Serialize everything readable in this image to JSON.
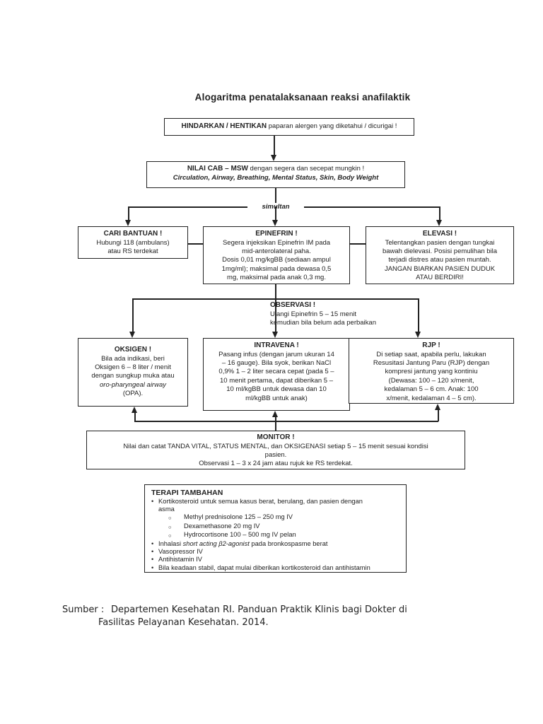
{
  "page": {
    "background": "#ffffff",
    "ink": "#222222"
  },
  "title": "Alogaritma penatalaksanaan reaksi anafilaktik",
  "flow": {
    "hindarkan": {
      "bold": "HINDARKAN / HENTIKAN",
      "rest": " paparan alergen yang diketahui / dicurigai !"
    },
    "nilai": {
      "bold": "NILAI CAB – MSW",
      "rest": " dengan segera dan secepat mungkin !",
      "line2": "Circulation, Airway, Breathing, Mental Status, Skin, Body Weight"
    },
    "simultan_label": "simultan",
    "cari": {
      "header": "CARI BANTUAN !",
      "lines": [
        "Hubungi 118 (ambulans)",
        "atau RS terdekat"
      ]
    },
    "epinefrin": {
      "header": "EPINEFRIN !",
      "lines": [
        "Segera injeksikan Epinefrin IM pada",
        "mid-anterolateral paha.",
        "Dosis 0,01 mg/kgBB (sediaan ampul",
        "1mg/ml); maksimal pada dewasa 0,5",
        "mg, maksimal pada anak 0,3 mg."
      ]
    },
    "elevasi": {
      "header": "ELEVASI !",
      "lines": [
        "Telentangkan pasien dengan tungkai",
        "bawah dielevasi. Posisi pemulihan bila",
        "terjadi distres atau pasien muntah.",
        "JANGAN BIARKAN PASIEN DUDUK",
        "ATAU BERDIRI!"
      ]
    },
    "observasi": {
      "header": "OBSERVASI !",
      "lines": [
        "Ulangi Epinefrin 5 – 15 menit",
        "kemudian bila belum ada perbaikan"
      ]
    },
    "oksigen": {
      "header": "OKSIGEN !",
      "lines_before": [
        "Bila ada indikasi, beri",
        "Oksigen 6 – 8 liter / menit",
        "dengan sungkup muka atau"
      ],
      "italic_line": "oro-pharyngeal airway",
      "last_line": "(OPA)."
    },
    "intravena": {
      "header": "INTRAVENA !",
      "lines": [
        "Pasang infus (dengan jarum ukuran 14",
        "– 16 gauge). Bila syok, berikan NaCl",
        "0,9% 1 – 2 liter secara cepat (pada 5 –",
        "10 menit pertama, dapat diberikan 5 –",
        "10 ml/kgBB untuk dewasa dan 10",
        "ml/kgBB untuk anak)"
      ]
    },
    "rjp": {
      "header": "RJP !",
      "lines": [
        "Di setiap saat, apabila perlu, lakukan",
        "Resusitasi Jantung Paru (RJP) dengan",
        "kompresi jantung yang kontiniu",
        "(Dewasa: 100 – 120 x/menit,",
        "kedalaman 5 – 6 cm. Anak: 100",
        "x/menit, kedalaman 4 – 5 cm)."
      ]
    },
    "monitor": {
      "header": "MONITOR !",
      "lines": [
        "Nilai dan catat TANDA VITAL, STATUS MENTAL, dan OKSIGENASI setiap 5 – 15 menit sesuai kondisi",
        "pasien.",
        "Observasi 1 – 3 x 24 jam atau rujuk ke RS terdekat."
      ]
    },
    "terapi": {
      "header": "TERAPI TAMBAHAN",
      "bullet_marker": "•",
      "sub_marker": "○",
      "item1_lines": [
        "Kortikosteroid untuk semua kasus berat, berulang, dan pasien dengan",
        "asma"
      ],
      "sub_items": [
        "Methyl prednisolone 125 – 250 mg IV",
        "Dexamethasone 20 mg IV",
        "Hydrocortisone 100 – 500 mg IV pelan"
      ],
      "item2_pre": "Inhalasi ",
      "item2_italic": "short acting β2-agonist",
      "item2_post": " pada bronkospasme berat",
      "item3": "Vasopressor IV",
      "item4": "Antihistamin IV",
      "item5": "Bila keadaan stabil, dapat mulai diberikan kortikosteroid dan antihistamin"
    }
  },
  "source": {
    "label": "Sumber :",
    "line1": "Departemen Kesehatan RI. Panduan Praktik Klinis bagi Dokter di",
    "line2": "Fasilitas Pelayanan Kesehatan. 2014."
  }
}
